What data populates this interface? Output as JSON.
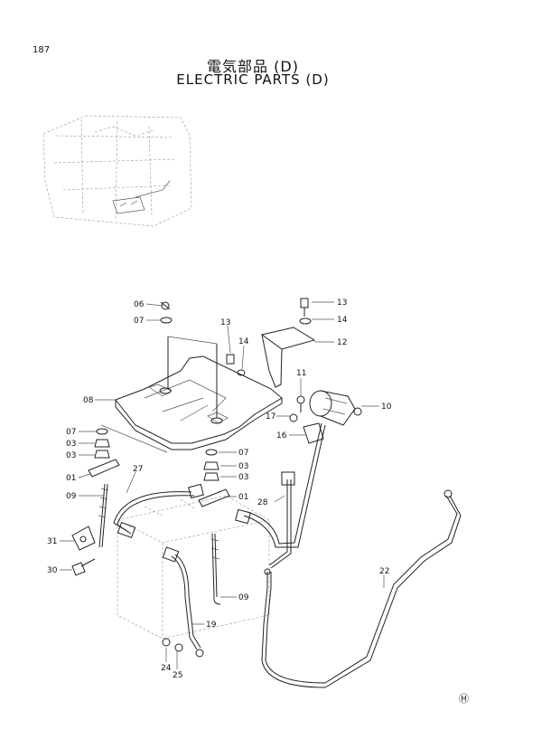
{
  "page": {
    "number": "187"
  },
  "title": {
    "jp": "電気部品 (D)",
    "en": "ELECTRIC PARTS (D)"
  },
  "callouts": [
    {
      "id": "c06",
      "text": "06"
    },
    {
      "id": "c07a",
      "text": "07"
    },
    {
      "id": "c08",
      "text": "08"
    },
    {
      "id": "c07b",
      "text": "07"
    },
    {
      "id": "c03a",
      "text": "03"
    },
    {
      "id": "c03b",
      "text": "03"
    },
    {
      "id": "c01a",
      "text": "01"
    },
    {
      "id": "c09a",
      "text": "09"
    },
    {
      "id": "c31",
      "text": "31"
    },
    {
      "id": "c30",
      "text": "30"
    },
    {
      "id": "c27",
      "text": "27"
    },
    {
      "id": "c13a",
      "text": "13"
    },
    {
      "id": "c14a",
      "text": "14"
    },
    {
      "id": "c13b",
      "text": "13"
    },
    {
      "id": "c14b",
      "text": "14"
    },
    {
      "id": "c12",
      "text": "12"
    },
    {
      "id": "c11",
      "text": "11"
    },
    {
      "id": "c10",
      "text": "10"
    },
    {
      "id": "c17",
      "text": "17"
    },
    {
      "id": "c16",
      "text": "16"
    },
    {
      "id": "c07c",
      "text": "07"
    },
    {
      "id": "c03c",
      "text": "03"
    },
    {
      "id": "c03d",
      "text": "03"
    },
    {
      "id": "c01b",
      "text": "01"
    },
    {
      "id": "c28",
      "text": "28"
    },
    {
      "id": "c09b",
      "text": "09"
    },
    {
      "id": "c19",
      "text": "19"
    },
    {
      "id": "c24",
      "text": "24"
    },
    {
      "id": "c25",
      "text": "25"
    },
    {
      "id": "c22",
      "text": "22"
    }
  ],
  "footer": {
    "mark": "Ⓗ"
  }
}
